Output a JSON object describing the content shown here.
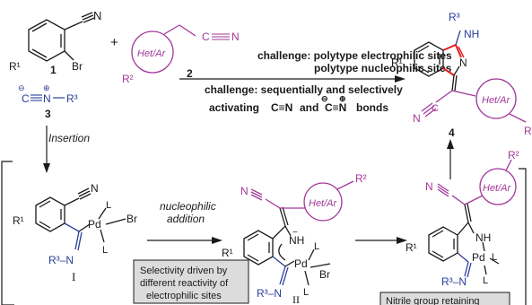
{
  "challenges": {
    "line1": "challenge: polytype electrophilic sites",
    "line2": "polytype nucleophilic sites",
    "line3": "challenge: sequentially and selectively",
    "line4_pre": "activating",
    "line4_and": "and",
    "line4_post": "bonds",
    "cn_triple": "C≡N",
    "cminus_nplus": "C≡N",
    "minus": "⊖",
    "plus": "⊕"
  },
  "compounds": {
    "c1_label": "1",
    "c2_label": "2",
    "c3_label": "3",
    "c4_label": "4",
    "het_ar": "Het/Ar",
    "br": "Br",
    "n": "N",
    "c": "C",
    "nh": "NH",
    "r1": "R¹",
    "r2": "R²",
    "r3": "R³",
    "r3_dash": "R³–N",
    "isocyanide": "C≡N–R³",
    "isocyanide_r": "R³",
    "plus_sign": "+",
    "pd": "Pd",
    "l": "L"
  },
  "steps": {
    "insertion": "Insertion",
    "nucleophilic": "nucleophilic",
    "addition": "addition"
  },
  "intermediates": {
    "i": "I",
    "ii": "II"
  },
  "boxes": {
    "selectivity_1": "Selectivity driven by",
    "selectivity_2": "different reactivity of",
    "selectivity_3": "electrophilic sites",
    "nitrile": "Nitrile group retaining"
  },
  "colors": {
    "blue": "#2a3e9a",
    "magenta": "#a2379a",
    "red": "#e21e1e",
    "box_fill": "#dcdcdc"
  }
}
